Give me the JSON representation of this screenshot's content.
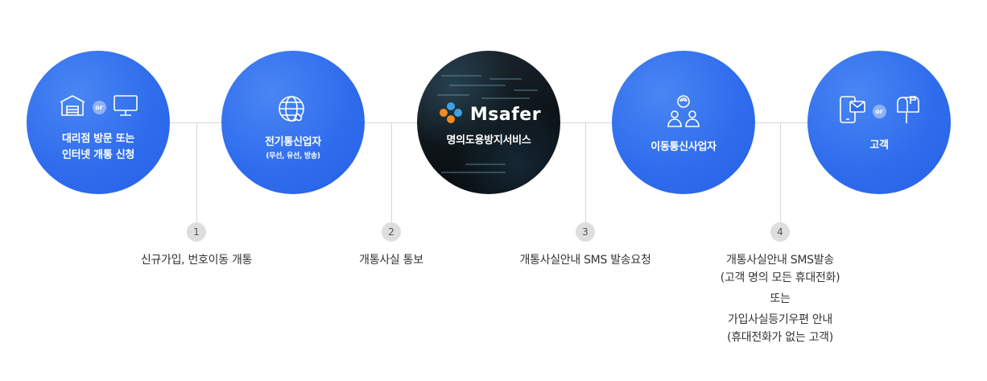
{
  "nodes": [
    {
      "title_line1": "대리점 방문 또는",
      "title_line2": "인터넷 개통 신청",
      "or_label": "or",
      "icons": [
        "store-icon",
        "monitor-icon"
      ]
    },
    {
      "title_line1": "전기통신업자",
      "subtitle": "(무선, 유선, 방송)",
      "icons": [
        "globe-phone-icon"
      ]
    },
    {
      "logo_text": "Msafer",
      "title_line1": "명의도용방지서비스",
      "icons": [
        "msafer-logo-icon"
      ]
    },
    {
      "title_line1": "이동통신사업자",
      "icons": [
        "users-network-icon"
      ]
    },
    {
      "title_line1": "고객",
      "or_label": "or",
      "icons": [
        "phone-message-icon",
        "mailbox-icon"
      ]
    }
  ],
  "steps": [
    {
      "number": "1",
      "lines": [
        "신규가입, 번호이동 개통"
      ]
    },
    {
      "number": "2",
      "lines": [
        "개통사실 통보"
      ]
    },
    {
      "number": "3",
      "lines": [
        "개통사실안내 SMS 발송요청"
      ]
    },
    {
      "number": "4",
      "lines": [
        "개통사실안내 SMS발송",
        "(고객 명의 모든 휴대전화)",
        "또는",
        "가입사실등기우편 안내",
        "(휴대전화가 없는 고객)"
      ]
    }
  ],
  "colors": {
    "primary_blue": "#2f6ded",
    "line": "#d6d6d6",
    "badge": "#dedede",
    "logo_orange": "#f28a1e",
    "logo_blue": "#3fa0e8"
  }
}
